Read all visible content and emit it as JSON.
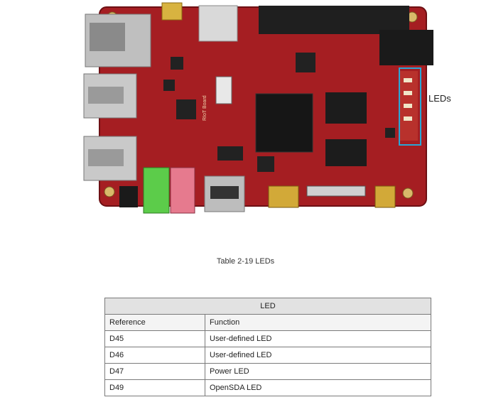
{
  "callout": {
    "label": "LEDs"
  },
  "caption": "Table 2-19 LEDs",
  "board_silkscreen": "RIoT Board",
  "colors": {
    "pcb": "#a51e22",
    "callout_box": "#2aa6d6"
  },
  "table": {
    "title": "LED",
    "headers": [
      "Reference",
      "Function"
    ],
    "rows": [
      [
        "D45",
        "User-defined LED"
      ],
      [
        "D46",
        "User-defined LED"
      ],
      [
        "D47",
        "Power LED"
      ],
      [
        "D49",
        "OpenSDA LED"
      ]
    ]
  }
}
